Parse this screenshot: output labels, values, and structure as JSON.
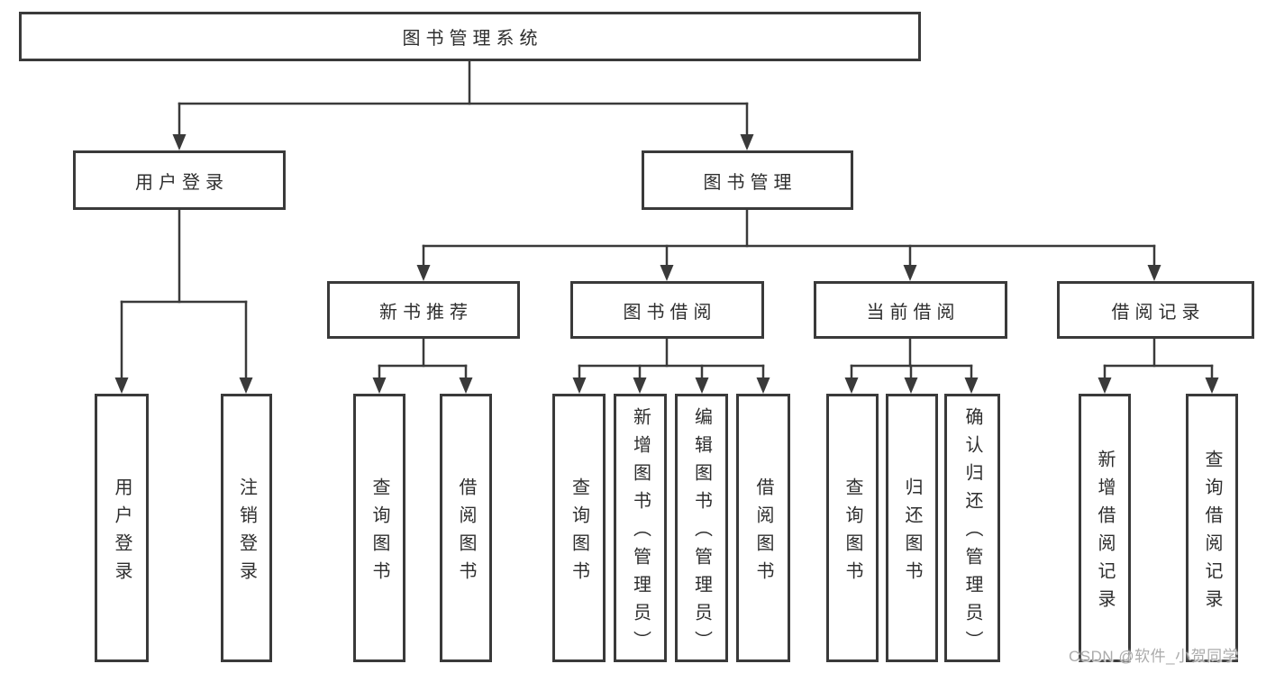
{
  "diagram": {
    "root": {
      "label": "图书管理系统"
    },
    "level2": [
      {
        "label": "用户登录"
      },
      {
        "label": "图书管理"
      }
    ],
    "user_login_children": [
      {
        "label": "用户登录"
      },
      {
        "label": "注销登录"
      }
    ],
    "level3": [
      {
        "label": "新书推荐",
        "children": [
          {
            "label": "查询图书"
          },
          {
            "label": "借阅图书"
          }
        ]
      },
      {
        "label": "图书借阅",
        "children": [
          {
            "label": "查询图书"
          },
          {
            "label": "新增图书（管理员）"
          },
          {
            "label": "编辑图书（管理员）"
          },
          {
            "label": "借阅图书"
          }
        ]
      },
      {
        "label": "当前借阅",
        "children": [
          {
            "label": "查询图书"
          },
          {
            "label": "归还图书"
          },
          {
            "label": "确认归还（管理员）"
          }
        ]
      },
      {
        "label": "借阅记录",
        "children": [
          {
            "label": "新增借阅记录"
          },
          {
            "label": "查询借阅记录"
          }
        ]
      }
    ]
  },
  "watermark": {
    "text": "CSDN @软件_小贺同学"
  },
  "colors": {
    "line": "#3a3a3a",
    "border": "#3a3a3a",
    "text": "#2e2e2e",
    "watermark": "#ababab",
    "background": "#ffffff"
  }
}
